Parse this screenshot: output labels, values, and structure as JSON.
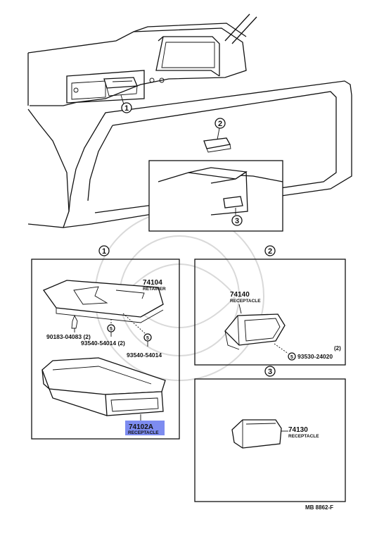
{
  "overview": {
    "callout_1": "1",
    "callout_2": "2",
    "callout_3": "3"
  },
  "panel_1": {
    "badge": "1",
    "retainer_num": "74104",
    "retainer_name": "RETAINER",
    "clip_num": "90183-04083 (2)",
    "screw_a_num": "93540-54014 (2)",
    "screw_b_num": "93540-54014",
    "screw_badge_a": "5",
    "screw_badge_b": "5",
    "receptacle_num": "74102A",
    "receptacle_name": "RECEPTACLE"
  },
  "panel_2": {
    "badge": "2",
    "receptacle_num": "74140",
    "receptacle_name": "RECEPTACLE",
    "screw_badge": "5",
    "screw_num": "93530-24020",
    "screw_qty": "(2)"
  },
  "panel_3": {
    "badge": "3",
    "receptacle_num": "74130",
    "receptacle_name": "RECEPTACLE"
  },
  "footer": {
    "ref_code": "MB 8862-F"
  },
  "colors": {
    "highlight": "#7d8cf0",
    "ink": "#111111"
  }
}
